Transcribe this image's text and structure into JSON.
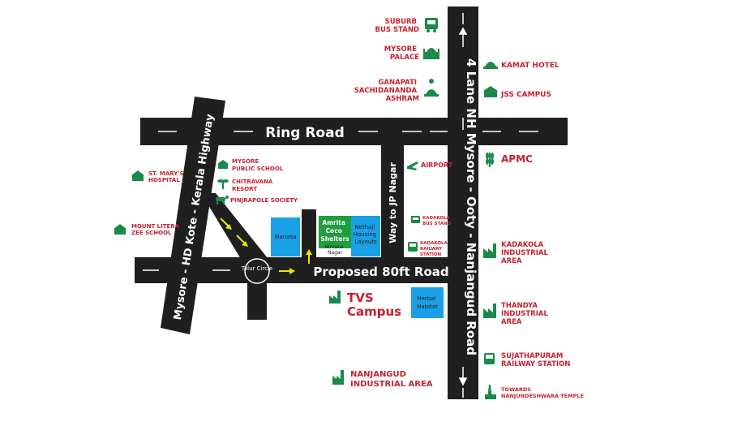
{
  "colors": {
    "road": "#1f1f1f",
    "landmark_text": "#c8202f",
    "icon_green": "#1a8a4a",
    "arrow": "#f2e600",
    "project_green": "#1f9e3e",
    "plot_blue": "#1aa0e6",
    "road_text": "#ffffff"
  },
  "roads": {
    "ring_road": "Ring Road",
    "highway": "4 Lane NH Mysore - Ooty - Nanjangud Road",
    "hd_kote": "Mysore - HD Kote - Kerala Highway",
    "proposed": "Proposed 80ft Road",
    "jp_nagar": "Way to JP Nagar",
    "circle": "Talur Circle"
  },
  "plots": {
    "manasa": "Manasa",
    "amrita_l1": "Amrita",
    "amrita_l2": "Coco",
    "amrita_l3": "Shelters",
    "nethaji_l1": "Nethaji",
    "nethaji_l2": "Housing",
    "nethaji_l3": "Layouts",
    "nirvana_l1": "Nirvana",
    "nirvana_l2": "Nagar",
    "herbal_l1": "Herbal",
    "herbal_l2": "Habitat"
  },
  "landmarks": {
    "suburb_l1": "SUBURB",
    "suburb_l2": "BUS STAND",
    "palace_l1": "MYSORE",
    "palace_l2": "PALACE",
    "ashram_l1": "GANAPATI",
    "ashram_l2": "SACHIDANANDA",
    "ashram_l3": "ASHRAM",
    "kamat": "KAMAT HOTEL",
    "jss": "JSS CAMPUS",
    "apmc": "APMC",
    "airport": "AIRPORT",
    "kbus_l1": "KADAKOLA",
    "kbus_l2": "BUS STAND",
    "krail_l1": "KADAKOLA",
    "krail_l2": "RAILWAY",
    "krail_l3": "STATION",
    "kind_l1": "KADAKOLA",
    "kind_l2": "INDUSTRIAL",
    "kind_l3": "AREA",
    "thandya_l1": "THANDYA",
    "thandya_l2": "INDUSTRIAL",
    "thandya_l3": "AREA",
    "suja_l1": "SUJATHAPURAM",
    "suja_l2": "RAILWAY STATION",
    "towards_l1": "TOWARDS",
    "towards_l2": "NANJUNDESHWARA TEMPLE",
    "mps_l1": "MYSORE",
    "mps_l2": "PUBLIC SCHOOL",
    "chitra_l1": "CHITRAVANA",
    "chitra_l2": "RESORT",
    "pinjrapole": "PINJRAPOLE SOCIETY",
    "stmary_l1": "ST. MARY'S",
    "stmary_l2": "HOSPITAL",
    "litera_l1": "MOUNT LITERA",
    "litera_l2": "ZEE SCHOOL",
    "tvs_l1": "TVS",
    "tvs_l2": "Campus",
    "nanj_l1": "NANJANGUD",
    "nanj_l2": "INDUSTRIAL AREA"
  }
}
